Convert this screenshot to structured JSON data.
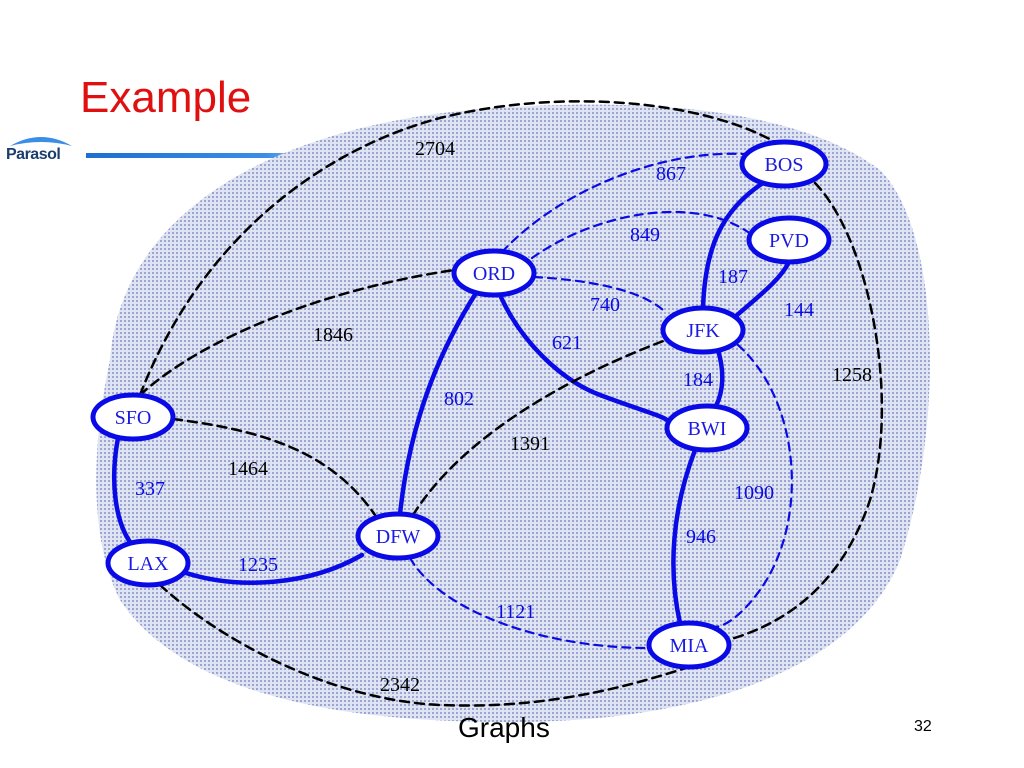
{
  "slide": {
    "title": "Example",
    "logo_text": "Parasol",
    "footer": "Graphs",
    "page_number": "32"
  },
  "graph": {
    "colors": {
      "blob": "#cfd6ee",
      "blue": "#0a0ae6",
      "black": "#000000"
    },
    "nodes": [
      {
        "id": "BOS",
        "label": "BOS"
      },
      {
        "id": "PVD",
        "label": "PVD"
      },
      {
        "id": "ORD",
        "label": "ORD"
      },
      {
        "id": "JFK",
        "label": "JFK"
      },
      {
        "id": "SFO",
        "label": "SFO"
      },
      {
        "id": "BWI",
        "label": "BWI"
      },
      {
        "id": "DFW",
        "label": "DFW"
      },
      {
        "id": "LAX",
        "label": "LAX"
      },
      {
        "id": "MIA",
        "label": "MIA"
      }
    ],
    "edges": [
      {
        "from": "SFO",
        "to": "BOS",
        "weight": "2704",
        "style": "black-dashed"
      },
      {
        "from": "ORD",
        "to": "BOS",
        "weight": "867",
        "style": "blue-dashed"
      },
      {
        "from": "ORD",
        "to": "PVD",
        "weight": "849",
        "style": "blue-dashed"
      },
      {
        "from": "JFK",
        "to": "BOS",
        "weight": "187",
        "style": "blue-solid"
      },
      {
        "from": "JFK",
        "to": "PVD",
        "weight": "144",
        "style": "blue-solid"
      },
      {
        "from": "ORD",
        "to": "JFK",
        "weight": "740",
        "style": "blue-dashed"
      },
      {
        "from": "SFO",
        "to": "ORD",
        "weight": "1846",
        "style": "black-dashed"
      },
      {
        "from": "ORD",
        "to": "BWI",
        "weight": "621",
        "style": "blue-solid"
      },
      {
        "from": "JFK",
        "to": "BWI",
        "weight": "184",
        "style": "blue-solid"
      },
      {
        "from": "BOS",
        "to": "MIA",
        "weight": "1258",
        "style": "black-dashed"
      },
      {
        "from": "ORD",
        "to": "DFW",
        "weight": "802",
        "style": "blue-solid"
      },
      {
        "from": "DFW",
        "to": "JFK",
        "weight": "1391",
        "style": "black-dashed"
      },
      {
        "from": "SFO",
        "to": "DFW",
        "weight": "1464",
        "style": "black-dashed"
      },
      {
        "from": "SFO",
        "to": "LAX",
        "weight": "337",
        "style": "blue-solid"
      },
      {
        "from": "JFK",
        "to": "MIA",
        "weight": "1090",
        "style": "blue-dashed"
      },
      {
        "from": "BWI",
        "to": "MIA",
        "weight": "946",
        "style": "blue-solid"
      },
      {
        "from": "LAX",
        "to": "DFW",
        "weight": "1235",
        "style": "blue-solid"
      },
      {
        "from": "DFW",
        "to": "MIA",
        "weight": "1121",
        "style": "blue-dashed"
      },
      {
        "from": "LAX",
        "to": "MIA",
        "weight": "2342",
        "style": "black-dashed"
      }
    ]
  }
}
